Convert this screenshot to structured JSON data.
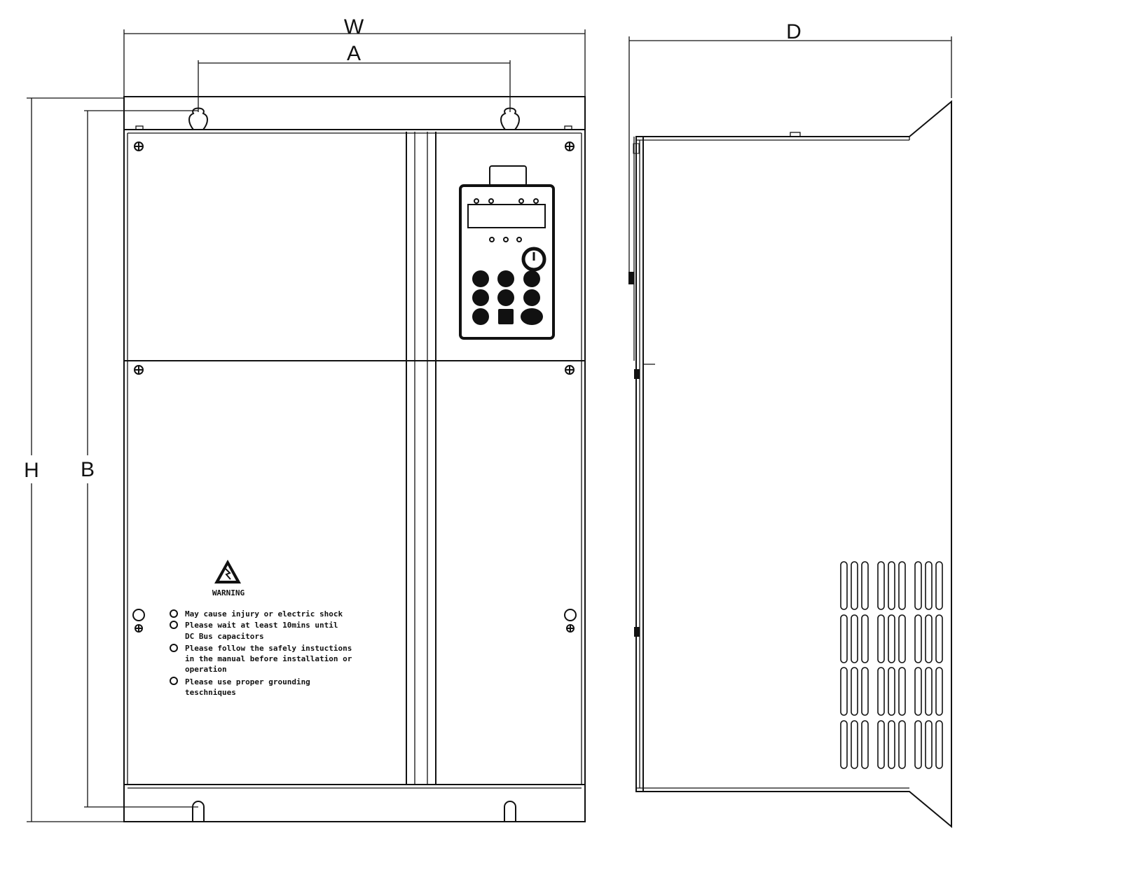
{
  "dimensions": {
    "W": "W",
    "A": "A",
    "H": "H",
    "B": "B",
    "D": "D"
  },
  "warning_label": {
    "title": "WARNING",
    "lines": [
      "May cause injury or electric shock",
      "Please wait at least 10mins until",
      "DC Bus capacitors",
      "Please follow the safely instuctions",
      "in the manual before installation or",
      "operation",
      "Please use proper grounding",
      "teschniques"
    ]
  }
}
